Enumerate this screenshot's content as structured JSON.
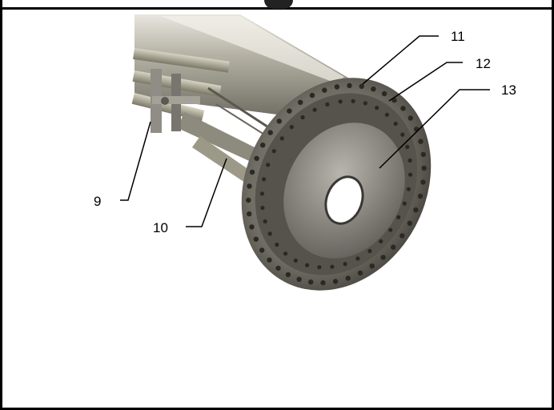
{
  "figure": {
    "callouts": [
      {
        "id": "c9",
        "label": "9"
      },
      {
        "id": "c10",
        "label": "10"
      },
      {
        "id": "c11",
        "label": "11"
      },
      {
        "id": "c12",
        "label": "12"
      },
      {
        "id": "c13",
        "label": "13"
      }
    ]
  }
}
